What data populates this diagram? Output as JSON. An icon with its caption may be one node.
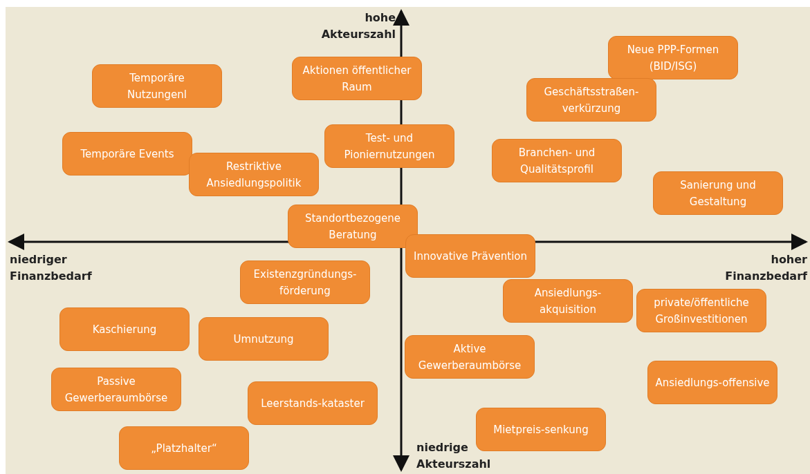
{
  "diagram": {
    "nodes": [
      {
        "text": [
          "Neue PPP-Formen (BID/ISG)"
        ]
      },
      {
        "text": [
          "Temporäre Nutzungenl"
        ]
      },
      {
        "text": [
          "Aktionen öffentlicher Raum"
        ]
      },
      {
        "text": [
          "Geschäftsstraßen-verkürzung"
        ]
      },
      {
        "text": [
          "Test- und Pioniernutzungen"
        ]
      },
      {
        "text": [
          "Temporäre Events"
        ]
      },
      {
        "text": [
          "Branchen- und Qualitätsprofil"
        ]
      },
      {
        "text": [
          "Restriktive Ansiedlungspolitik"
        ]
      },
      {
        "text": [
          "Sanierung und Gestaltung"
        ]
      },
      {
        "text": [
          "Standortbezogene Beratung"
        ]
      },
      {
        "text": [
          "Innovative Prävention"
        ]
      },
      {
        "text": [
          "Existenzgründungs-förderung"
        ]
      },
      {
        "text": [
          "Ansiedlungs-akquisition"
        ]
      },
      {
        "text": [
          "private/öffentliche Großinvestitionen"
        ]
      },
      {
        "text": [
          "Kaschierung"
        ]
      },
      {
        "text": [
          "Umnutzung"
        ]
      },
      {
        "text": [
          "Aktive Gewerberaumbörse"
        ]
      },
      {
        "text": [
          "Ansiedlungs-offensive"
        ]
      },
      {
        "text": [
          "Passive Gewerberaumbörse"
        ]
      },
      {
        "text": [
          "Leerstands-kataster"
        ]
      },
      {
        "text": [
          "Mietpreis-senkung"
        ]
      },
      {
        "text": [
          "„Platzhalter“"
        ]
      }
    ],
    "labels": [
      "hohe Akteurszahl",
      "niedriger Finanzbedarf",
      "hoher Finanzbedarf",
      "niedrige Akteurszahl"
    ]
  }
}
